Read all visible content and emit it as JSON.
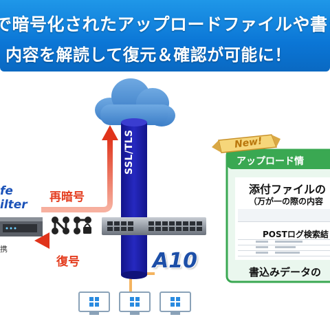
{
  "banner": {
    "line1": "で暗号化されたアップロードファイルや書き",
    "line2": "内容を解読して復元＆確認が可能に！"
  },
  "diagram": {
    "tunnel_label": "SSL/TLS",
    "reencrypt_label": "再暗号",
    "decrypt_label": "復号",
    "left_brand_line1": "fe",
    "left_brand_line2": "ilter",
    "left_link_text": "携",
    "vendor_logo_text": "A10"
  },
  "panel": {
    "badge": "New!",
    "title": "アップロード情",
    "heading1": "添付ファイルの",
    "heading2": "（万が一の際の内容",
    "post_log": "POSTログ検索結",
    "footer": "書込みデータの"
  },
  "colors": {
    "banner_blue": "#0b76d6",
    "tunnel_blue": "#1c1ea8",
    "arrow_red": "#e43d1f",
    "panel_green": "#3aa852",
    "cloud_blue": "#5a9ad6"
  },
  "icons": [
    "cloud-icon",
    "network-switch-icon",
    "appliance-icon",
    "node-icon",
    "lock-node-icon",
    "monitor-icon"
  ]
}
